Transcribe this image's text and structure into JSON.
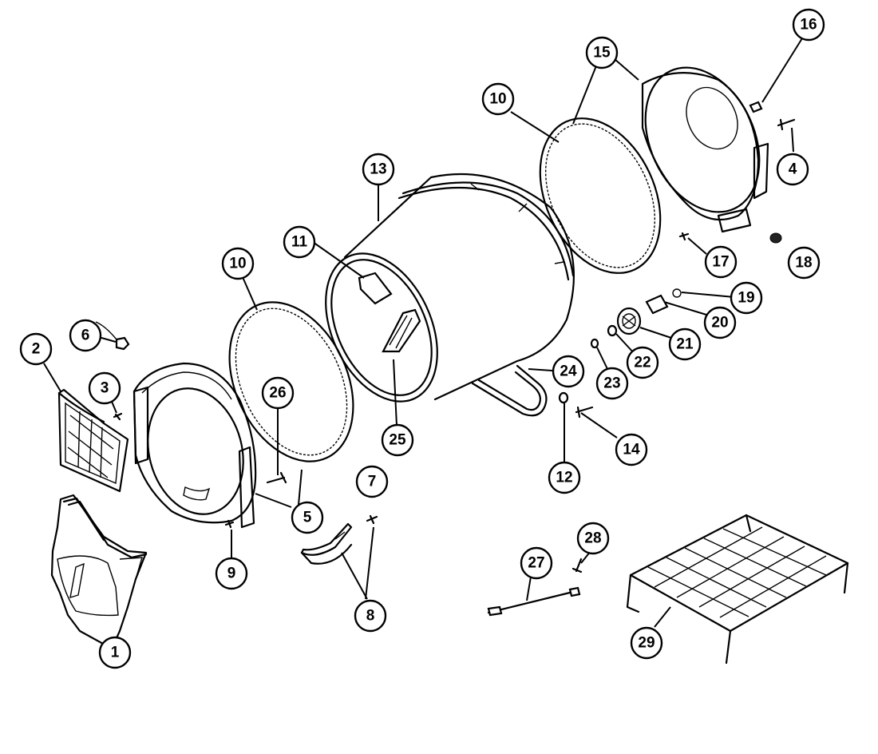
{
  "diagram": {
    "callouts": [
      {
        "id": "c1",
        "label": "1"
      },
      {
        "id": "c2",
        "label": "2"
      },
      {
        "id": "c3",
        "label": "3"
      },
      {
        "id": "c4",
        "label": "4"
      },
      {
        "id": "c5",
        "label": "5"
      },
      {
        "id": "c6",
        "label": "6"
      },
      {
        "id": "c7",
        "label": "7"
      },
      {
        "id": "c8",
        "label": "8"
      },
      {
        "id": "c9",
        "label": "9"
      },
      {
        "id": "c10a",
        "label": "10"
      },
      {
        "id": "c10b",
        "label": "10"
      },
      {
        "id": "c11",
        "label": "11"
      },
      {
        "id": "c12",
        "label": "12"
      },
      {
        "id": "c13",
        "label": "13"
      },
      {
        "id": "c14",
        "label": "14"
      },
      {
        "id": "c15",
        "label": "15"
      },
      {
        "id": "c16",
        "label": "16"
      },
      {
        "id": "c17",
        "label": "17"
      },
      {
        "id": "c18",
        "label": "18"
      },
      {
        "id": "c19",
        "label": "19"
      },
      {
        "id": "c20",
        "label": "20"
      },
      {
        "id": "c21",
        "label": "21"
      },
      {
        "id": "c22",
        "label": "22"
      },
      {
        "id": "c23",
        "label": "23"
      },
      {
        "id": "c24",
        "label": "24"
      },
      {
        "id": "c25",
        "label": "25"
      },
      {
        "id": "c26",
        "label": "26"
      },
      {
        "id": "c27",
        "label": "27"
      },
      {
        "id": "c28",
        "label": "28"
      },
      {
        "id": "c29",
        "label": "29"
      }
    ]
  }
}
